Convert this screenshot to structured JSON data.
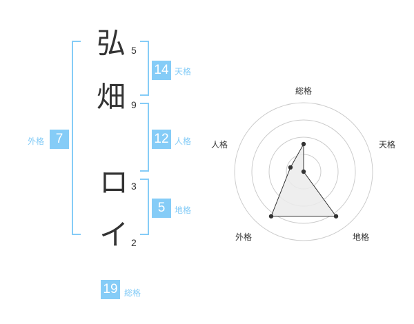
{
  "name": {
    "chars": [
      {
        "char": "弘",
        "strokes": "5"
      },
      {
        "char": "畑",
        "strokes": "9"
      },
      {
        "char": "ロ",
        "strokes": "3"
      },
      {
        "char": "イ",
        "strokes": "2"
      }
    ]
  },
  "kakusu": {
    "tenkaku": {
      "value": "14",
      "label": "天格"
    },
    "jinkaku": {
      "value": "12",
      "label": "人格"
    },
    "chikaku": {
      "value": "5",
      "label": "地格"
    },
    "gaikaku": {
      "value": "7",
      "label": "外格"
    },
    "soukaku": {
      "value": "19",
      "label": "総格"
    }
  },
  "chart_data": {
    "type": "radar",
    "axes": [
      "総格",
      "天格",
      "地格",
      "外格",
      "人格"
    ],
    "values": [
      2,
      0,
      4,
      4,
      1
    ],
    "rmax": 5,
    "rings": 4
  },
  "colors": {
    "accent": "#85ccf7",
    "text": "#333333",
    "grid": "#cccccc",
    "polygon_fill": "#ebebeb",
    "marker": "#333333"
  }
}
